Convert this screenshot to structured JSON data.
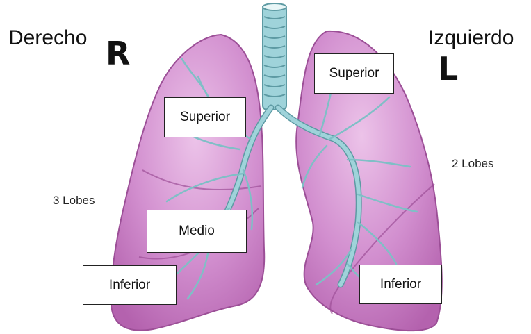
{
  "right_side": {
    "title": "Derecho",
    "letter": "R",
    "lobe_count": "3 Lobes"
  },
  "left_side": {
    "title": "Izquierdo",
    "letter": "L",
    "lobe_count": "2 Lobes"
  },
  "labels": {
    "right_superior": "Superior",
    "right_middle": "Medio",
    "right_inferior": "Inferior",
    "left_superior": "Superior",
    "left_inferior": "Inferior"
  },
  "colors": {
    "lung_fill": "#c67cc2",
    "lung_light": "#e3b7e0",
    "lung_edge": "#9c4f97",
    "bronchi": "#8fc9cf",
    "bronchi_edge": "#5d9aa3",
    "trachea": "#9fd3da"
  }
}
